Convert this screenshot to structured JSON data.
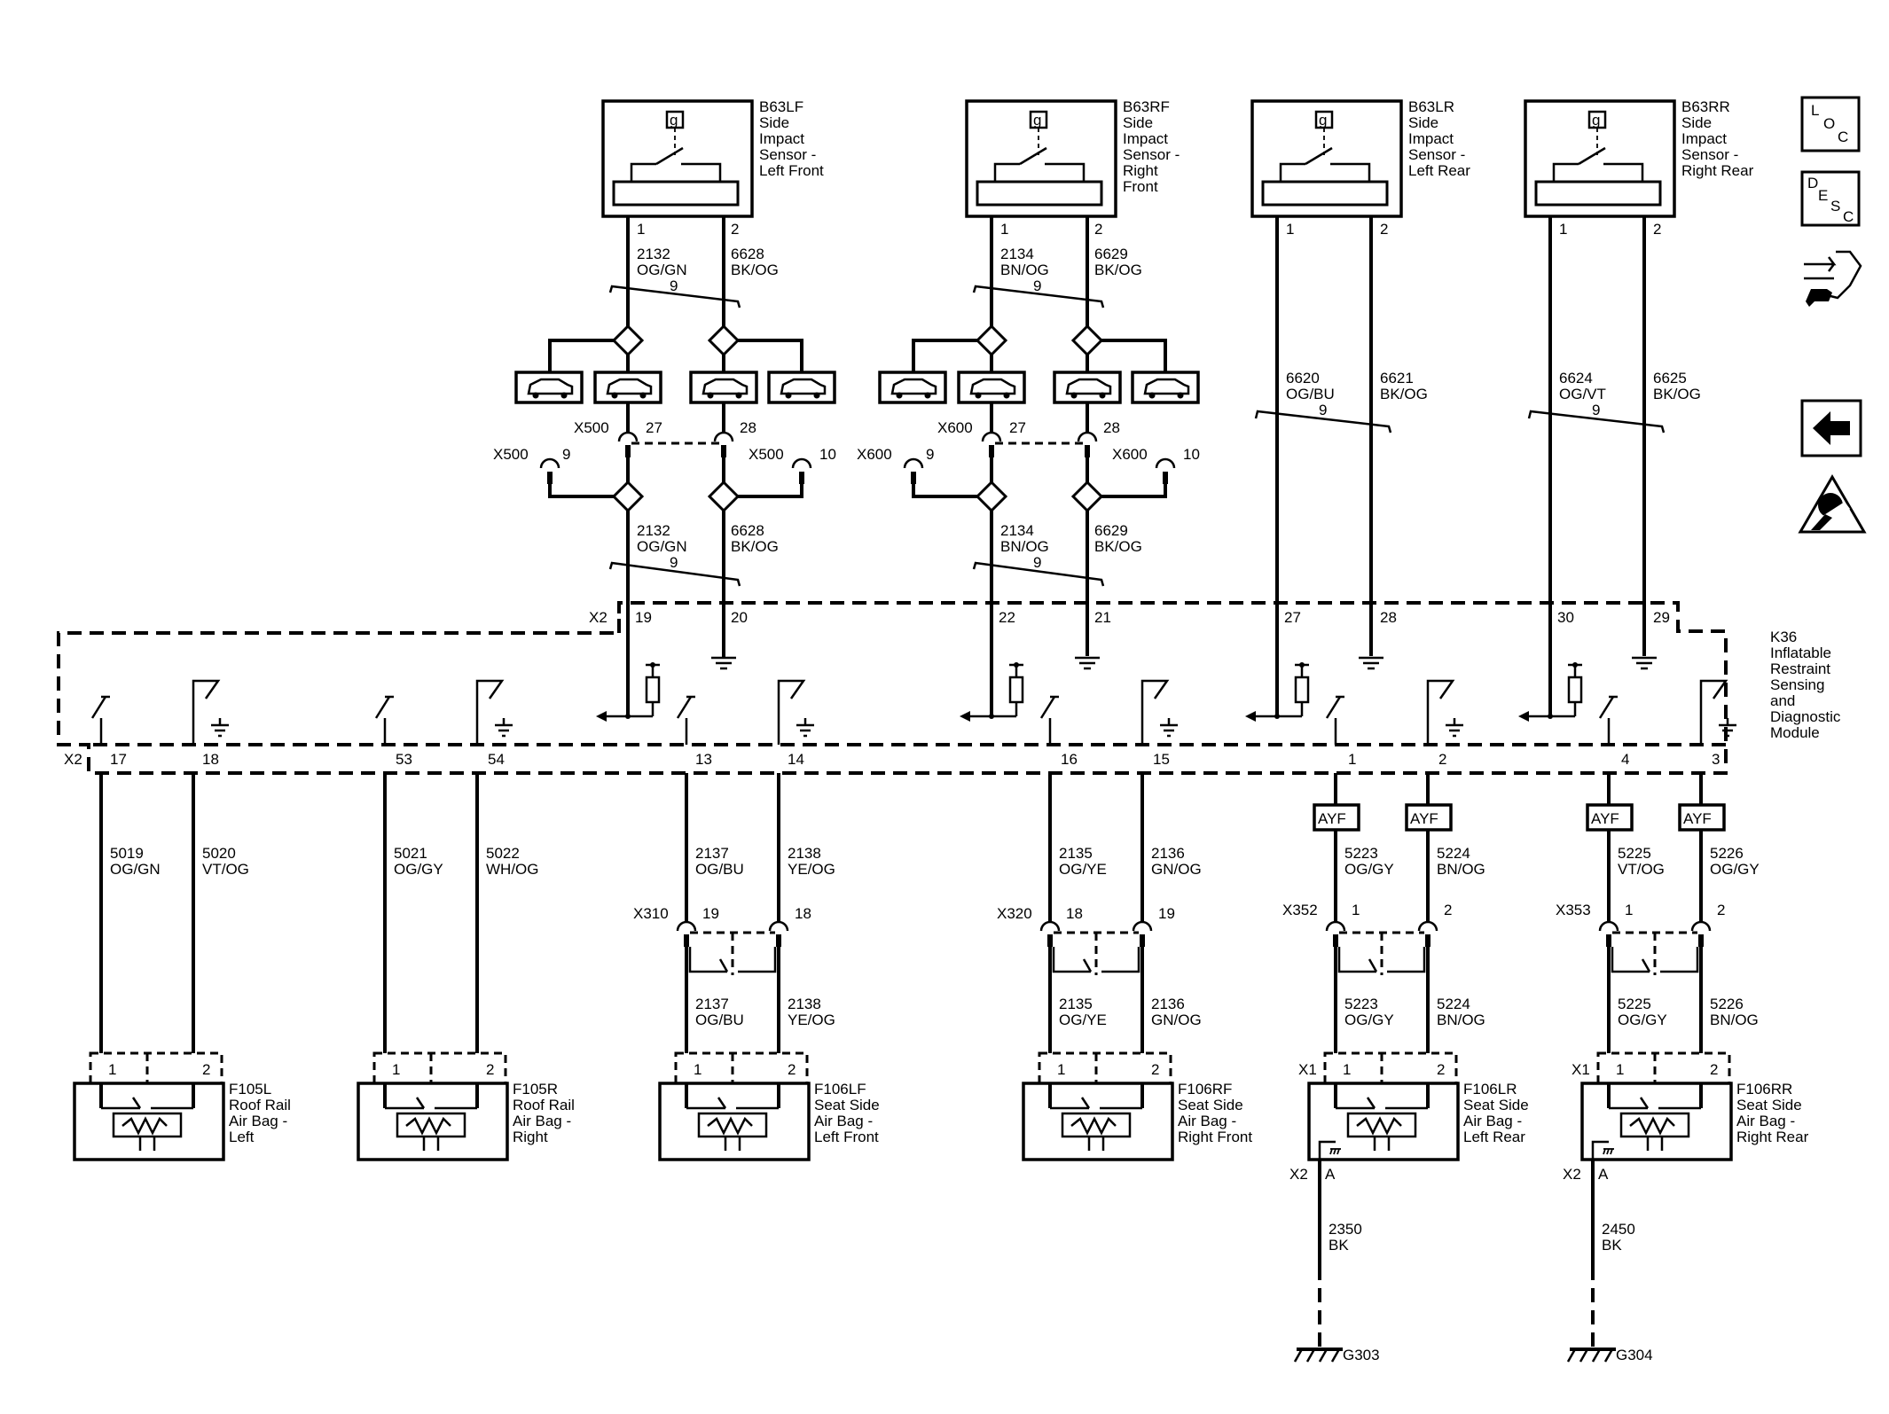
{
  "sensors": {
    "lf": {
      "ref": "B63LF",
      "name": [
        "Side",
        "Impact",
        "Sensor -",
        "Left Front"
      ],
      "pins": [
        "1",
        "2"
      ],
      "sym": "g",
      "upper": {
        "a": [
          "2132",
          "OG/GN"
        ],
        "b": [
          "6628",
          "BK/OG"
        ],
        "twist": "9"
      },
      "lower": {
        "a": [
          "2132",
          "OG/GN"
        ],
        "b": [
          "6628",
          "BK/OG"
        ],
        "twist": "9"
      },
      "conn": {
        "inner": "X500",
        "outerl": "X500",
        "outerr": "X500",
        "p27": "27",
        "p28": "28",
        "p9": "9",
        "p10": "10"
      }
    },
    "rf": {
      "ref": "B63RF",
      "name": [
        "Side",
        "Impact",
        "Sensor -",
        "Right",
        "Front"
      ],
      "pins": [
        "1",
        "2"
      ],
      "sym": "g",
      "upper": {
        "a": [
          "2134",
          "BN/OG"
        ],
        "b": [
          "6629",
          "BK/OG"
        ],
        "twist": "9"
      },
      "lower": {
        "a": [
          "2134",
          "BN/OG"
        ],
        "b": [
          "6629",
          "BK/OG"
        ],
        "twist": "9"
      },
      "conn": {
        "inner": "X600",
        "outerl": "X600",
        "outerr": "X600",
        "p27": "27",
        "p28": "28",
        "p9": "9",
        "p10": "10"
      }
    },
    "lr": {
      "ref": "B63LR",
      "name": [
        "Side",
        "Impact",
        "Sensor -",
        "Left Rear"
      ],
      "pins": [
        "1",
        "2"
      ],
      "sym": "g",
      "wires": {
        "a": [
          "6620",
          "OG/BU"
        ],
        "b": [
          "6621",
          "BK/OG"
        ],
        "twist": "9"
      }
    },
    "rr": {
      "ref": "B63RR",
      "name": [
        "Side",
        "Impact",
        "Sensor -",
        "Right Rear"
      ],
      "pins": [
        "1",
        "2"
      ],
      "sym": "g",
      "wires": {
        "a": [
          "6624",
          "OG/VT"
        ],
        "b": [
          "6625",
          "BK/OG"
        ],
        "twist": "9"
      }
    }
  },
  "module": {
    "ref": "K36",
    "name": [
      "Inflatable",
      "Restraint",
      "Sensing",
      "and",
      "Diagnostic",
      "Module"
    ],
    "top_conn": "X2",
    "top_pins": [
      "19",
      "20",
      "22",
      "21",
      "27",
      "28",
      "30",
      "29"
    ],
    "bottom_conn": "X2",
    "bottom_pins": [
      "17",
      "18",
      "53",
      "54",
      "13",
      "14",
      "16",
      "15",
      "1",
      "2",
      "4",
      "3"
    ]
  },
  "feeds": {
    "f105l": {
      "a": [
        "5019",
        "OG/GN"
      ],
      "b": [
        "5020",
        "VT/OG"
      ]
    },
    "f105r": {
      "a": [
        "5021",
        "OG/GY"
      ],
      "b": [
        "5022",
        "WH/OG"
      ]
    },
    "f106lf": {
      "a": [
        "2137",
        "OG/BU"
      ],
      "b": [
        "2138",
        "YE/OG"
      ],
      "conn": "X310",
      "pa": "19",
      "pb": "18",
      "a2": [
        "2137",
        "OG/BU"
      ],
      "b2": [
        "2138",
        "YE/OG"
      ]
    },
    "f106rf": {
      "a": [
        "2135",
        "OG/YE"
      ],
      "b": [
        "2136",
        "GN/OG"
      ],
      "conn": "X320",
      "pa": "18",
      "pb": "19",
      "a2": [
        "2135",
        "OG/YE"
      ],
      "b2": [
        "2136",
        "GN/OG"
      ]
    },
    "f106lr": {
      "a": [
        "5223",
        "OG/GY"
      ],
      "b": [
        "5224",
        "BN/OG"
      ],
      "conn": "X352",
      "pa": "1",
      "pb": "2",
      "a2": [
        "5223",
        "OG/GY"
      ],
      "b2": [
        "5224",
        "BN/OG"
      ]
    },
    "f106rr": {
      "a": [
        "5225",
        "VT/OG"
      ],
      "b": [
        "5226",
        "OG/GY"
      ],
      "conn": "X353",
      "pa": "1",
      "pb": "2",
      "a2": [
        "5225",
        "OG/GY"
      ],
      "b2": [
        "5226",
        "BN/OG"
      ]
    }
  },
  "ayf": "AYF",
  "airbags": {
    "f105l": {
      "ref": "F105L",
      "name": [
        "Roof Rail",
        "Air Bag -",
        "Left"
      ],
      "p1": "1",
      "p2": "2"
    },
    "f105r": {
      "ref": "F105R",
      "name": [
        "Roof Rail",
        "Air Bag -",
        "Right"
      ],
      "p1": "1",
      "p2": "2"
    },
    "f106lf": {
      "ref": "F106LF",
      "name": [
        "Seat Side",
        "Air Bag -",
        "Left Front"
      ],
      "p1": "1",
      "p2": "2"
    },
    "f106rf": {
      "ref": "F106RF",
      "name": [
        "Seat Side",
        "Air Bag -",
        "Right Front"
      ],
      "p1": "1",
      "p2": "2"
    },
    "f106lr": {
      "ref": "F106LR",
      "name": [
        "Seat Side",
        "Air Bag -",
        "Left Rear"
      ],
      "p1": "1",
      "p2": "2",
      "conn": "X1",
      "gconn": "X2",
      "gpin": "A"
    },
    "f106rr": {
      "ref": "F106RR",
      "name": [
        "Seat Side",
        "Air Bag -",
        "Right Rear"
      ],
      "p1": "1",
      "p2": "2",
      "conn": "X1",
      "gconn": "X2",
      "gpin": "A"
    }
  },
  "grounds": {
    "g303": {
      "wire": [
        "2350",
        "BK"
      ],
      "ref": "G303"
    },
    "g304": {
      "wire": [
        "2450",
        "BK"
      ],
      "ref": "G304"
    }
  },
  "nav": {
    "loc": [
      "L",
      "O",
      "C"
    ],
    "desc": [
      "D",
      "E",
      "S",
      "C"
    ],
    "icons": [
      "loc-button",
      "desc-button",
      "connector-end-view-icon",
      "back-arrow-icon",
      "esd-warning-icon"
    ]
  }
}
